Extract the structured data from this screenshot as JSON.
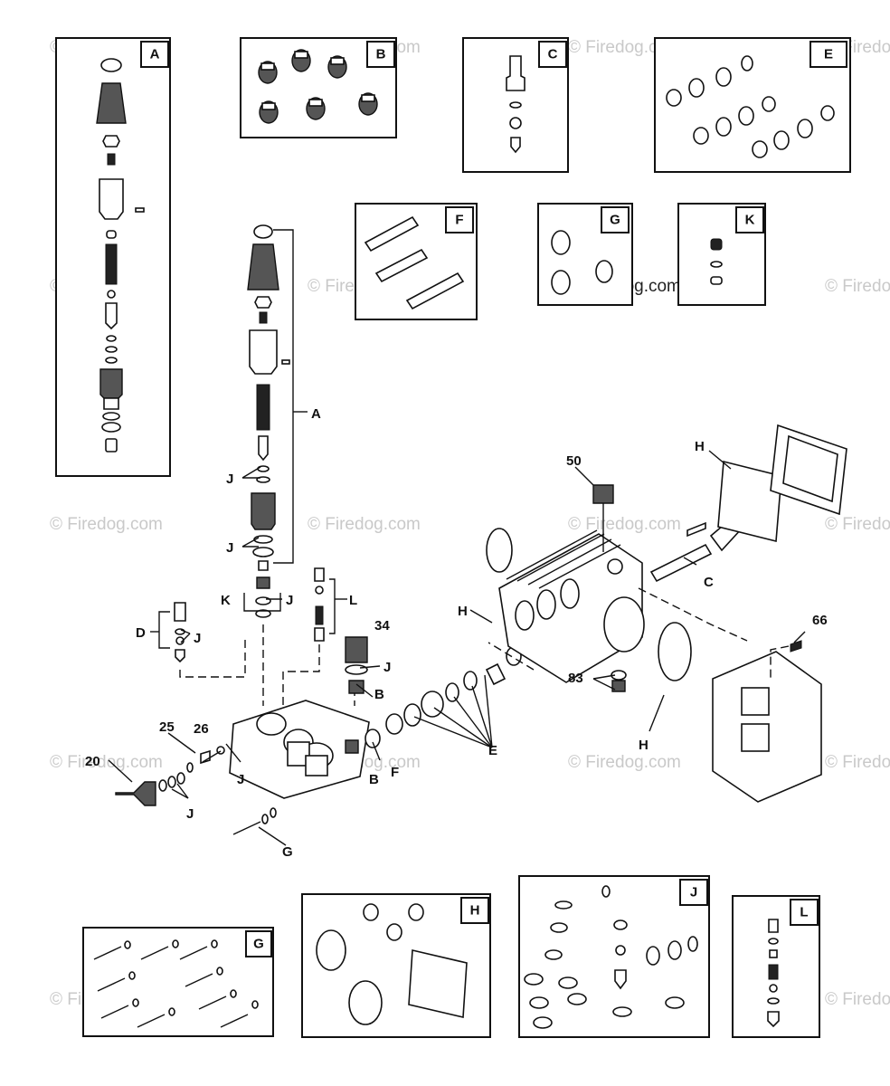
{
  "watermark": "© Firedog.com",
  "kits": [
    {
      "letter": "A"
    },
    {
      "letter": "B"
    },
    {
      "letter": "C"
    },
    {
      "letter": "D"
    },
    {
      "letter": "E"
    },
    {
      "letter": "F"
    },
    {
      "letter": "G"
    },
    {
      "letter": "H"
    },
    {
      "letter": "J"
    },
    {
      "letter": "K"
    },
    {
      "letter": "L"
    }
  ],
  "callouts": {
    "c50": "50",
    "c34": "34",
    "c66": "66",
    "c83": "83",
    "c25": "25",
    "c26": "26",
    "c20": "20",
    "A": "A",
    "B1": "B",
    "B2": "B",
    "C": "C",
    "D": "D",
    "E": "E",
    "F": "F",
    "G": "G",
    "H1": "H",
    "H2": "H",
    "H3": "H",
    "J1": "J",
    "J2": "J",
    "J3": "J",
    "J4": "J",
    "J5": "J",
    "J6": "J",
    "J7": "J",
    "K": "K",
    "L": "L"
  }
}
